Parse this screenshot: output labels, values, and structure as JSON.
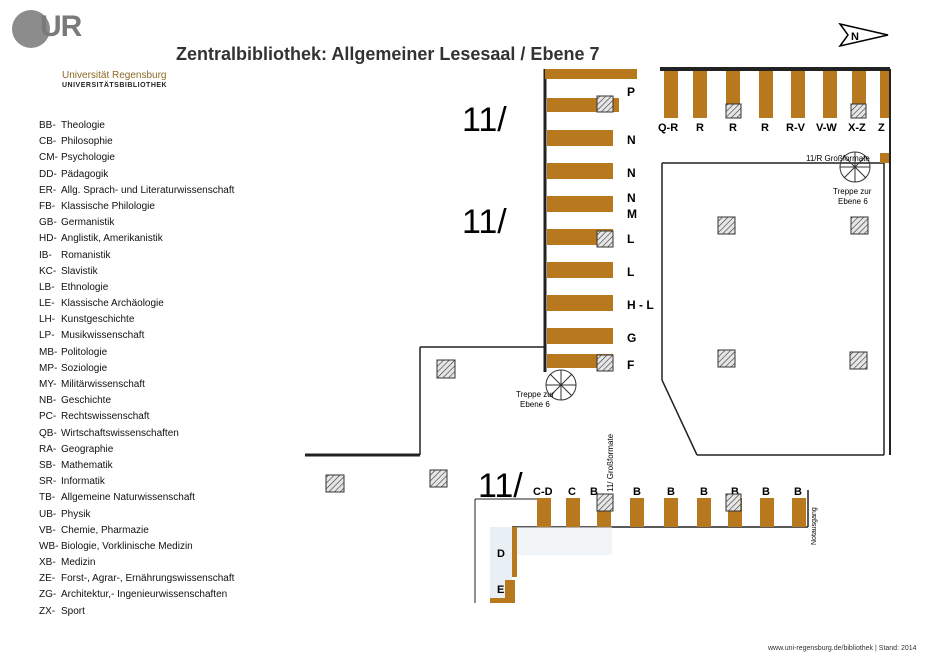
{
  "logo": {
    "mark": "UR",
    "university": "Universität Regensburg",
    "library": "UNIVERSITÄTSBIBLIOTHEK"
  },
  "title": "Zentralbibliothek: Allgemeiner Lesesaal / Ebene 7",
  "north_label": "N",
  "legend": [
    {
      "code": "BB-",
      "name": "Theologie"
    },
    {
      "code": "CB-",
      "name": "Philosophie"
    },
    {
      "code": "CM-",
      "name": "Psychologie"
    },
    {
      "code": "DD-",
      "name": "Pädagogik"
    },
    {
      "code": "ER-",
      "name": "Allg. Sprach- und Literaturwissenschaft"
    },
    {
      "code": "FB-",
      "name": "Klassische Philologie"
    },
    {
      "code": "GB-",
      "name": "Germanistik"
    },
    {
      "code": "HD-",
      "name": "Anglistik, Amerikanistik"
    },
    {
      "code": "IB-",
      "name": "Romanistik"
    },
    {
      "code": "KC-",
      "name": "Slavistik"
    },
    {
      "code": "LB-",
      "name": "Ethnologie"
    },
    {
      "code": "LE-",
      "name": "Klassische Archäologie"
    },
    {
      "code": "LH-",
      "name": "Kunstgeschichte"
    },
    {
      "code": "LP-",
      "name": "Musikwissenschaft"
    },
    {
      "code": "MB-",
      "name": "Politologie"
    },
    {
      "code": "MP-",
      "name": "Soziologie"
    },
    {
      "code": "MY-",
      "name": "Militärwissenschaft"
    },
    {
      "code": "NB-",
      "name": "Geschichte"
    },
    {
      "code": "PC-",
      "name": "Rechtswissenschaft"
    },
    {
      "code": "QB-",
      "name": "Wirtschaftswissenschaften"
    },
    {
      "code": "RA-",
      "name": "Geographie"
    },
    {
      "code": "SB-",
      "name": "Mathematik"
    },
    {
      "code": "SR-",
      "name": "Informatik"
    },
    {
      "code": "TB-",
      "name": "Allgemeine Naturwissenschaft"
    },
    {
      "code": "UB-",
      "name": "Physik"
    },
    {
      "code": "VB-",
      "name": "Chemie, Pharmazie"
    },
    {
      "code": "WB-",
      "name": "Biologie, Vorklinische Medizin"
    },
    {
      "code": "XB-",
      "name": "Medizin"
    },
    {
      "code": "ZE-",
      "name": "Forst-, Agrar-, Ernährungswissenschaft"
    },
    {
      "code": "ZG-",
      "name": "Architektur,- Ingenieurwissenschaften"
    },
    {
      "code": "ZX-",
      "name": "Sport"
    }
  ],
  "room_numbers": [
    "11/",
    "11/",
    "11/"
  ],
  "left_shelves": [
    "P",
    "N",
    "N",
    "N",
    "M",
    "L",
    "L",
    "H - L",
    "G",
    "F"
  ],
  "top_shelves": [
    "Q-R",
    "R",
    "R",
    "R",
    "R-V",
    "V-W",
    "X-Z",
    "Z"
  ],
  "bottom_shelves": [
    "C-D",
    "C",
    "B",
    "B",
    "B",
    "B",
    "B",
    "B",
    "B"
  ],
  "side_shelves": [
    "D",
    "E"
  ],
  "stairs_1": {
    "line1": "Treppe zur",
    "line2": "Ebene 6"
  },
  "stairs_2": {
    "line1": "Treppe zur",
    "line2": "Ebene 6"
  },
  "large_format_top": "11/R Großformate",
  "large_format_vertical": "11/ Großformate",
  "emergency_exit": "Notausgang",
  "footer": "www.uni-regensburg.de/bibliothek | Stand: 2014",
  "colors": {
    "shelf": "#b8791e",
    "wall": "#222222",
    "logo": "#8c8c8c",
    "accent": "#8c6a25"
  }
}
